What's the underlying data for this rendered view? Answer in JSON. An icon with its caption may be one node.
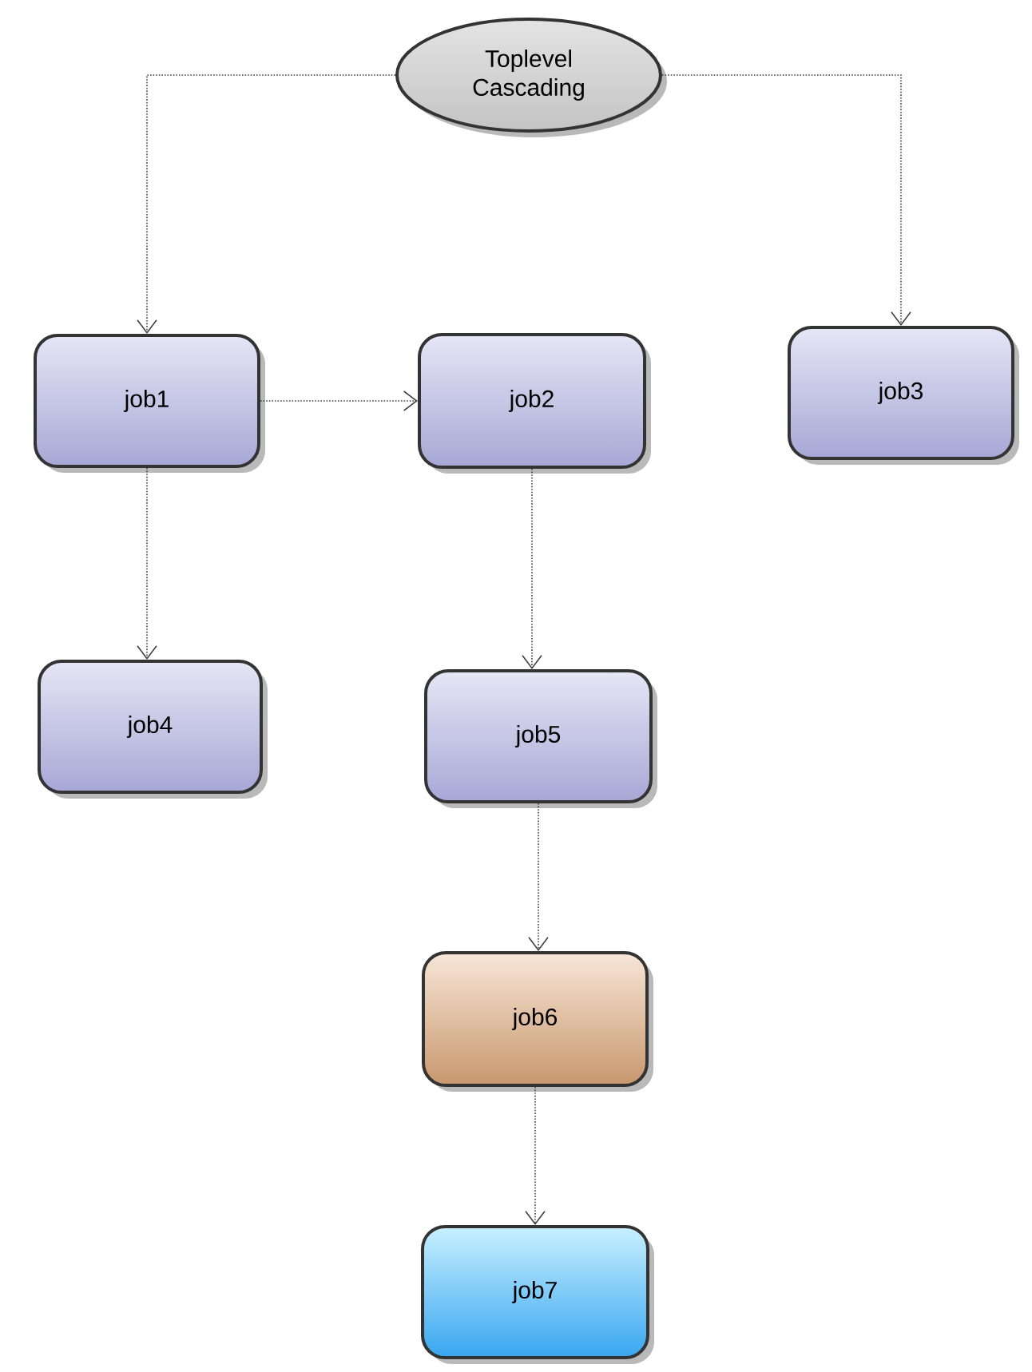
{
  "diagram": {
    "nodes": [
      {
        "text": [
          "Toplevel Cascading"
        ]
      },
      {
        "text": [
          "job1"
        ]
      },
      {
        "text": [
          "job2"
        ]
      },
      {
        "text": [
          "job3"
        ]
      },
      {
        "text": [
          "job4"
        ]
      },
      {
        "text": [
          "job5"
        ]
      },
      {
        "text": [
          "job6"
        ]
      },
      {
        "text": [
          "job7"
        ]
      }
    ],
    "edges": [
      {
        "from": 0,
        "to": 1,
        "arrow": "to"
      },
      {
        "from": 0,
        "to": 3,
        "arrow": "to"
      },
      {
        "from": 1,
        "to": 2,
        "arrow": "to"
      },
      {
        "from": 1,
        "to": 4,
        "arrow": "to"
      },
      {
        "from": 2,
        "to": 5,
        "arrow": "to"
      },
      {
        "from": 5,
        "to": 6,
        "arrow": "to"
      },
      {
        "from": 6,
        "to": 7,
        "arrow": "to"
      }
    ]
  }
}
